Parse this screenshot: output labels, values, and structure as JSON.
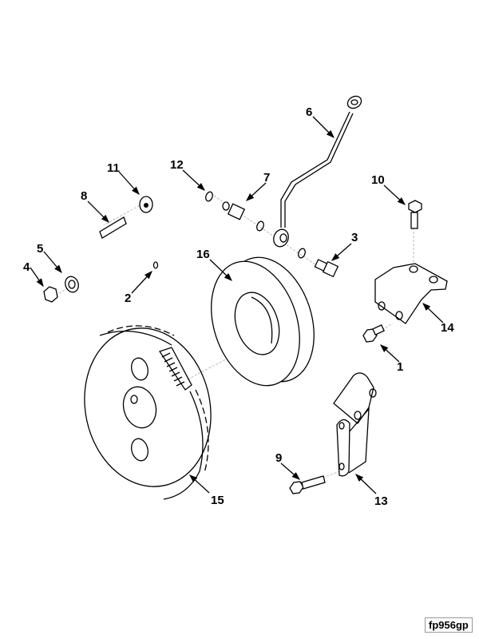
{
  "diagram": {
    "type": "exploded-parts-view",
    "figure_id": "fp956gp",
    "callouts": [
      {
        "number": "1",
        "part": "capscrew-bracket"
      },
      {
        "number": "2",
        "part": "o-ring"
      },
      {
        "number": "3",
        "part": "banjo-bolt"
      },
      {
        "number": "4",
        "part": "hex-nut"
      },
      {
        "number": "5",
        "part": "washer"
      },
      {
        "number": "6",
        "part": "oil-supply-tube"
      },
      {
        "number": "7",
        "part": "fitting"
      },
      {
        "number": "8",
        "part": "stud"
      },
      {
        "number": "9",
        "part": "capscrew-support"
      },
      {
        "number": "10",
        "part": "capscrew-bracket-top"
      },
      {
        "number": "11",
        "part": "flange-nut"
      },
      {
        "number": "12",
        "part": "sealing-washer"
      },
      {
        "number": "13",
        "part": "support-bracket"
      },
      {
        "number": "14",
        "part": "mounting-bracket"
      },
      {
        "number": "15",
        "part": "gear-housing-plate"
      },
      {
        "number": "16",
        "part": "spacer-ring"
      }
    ]
  }
}
